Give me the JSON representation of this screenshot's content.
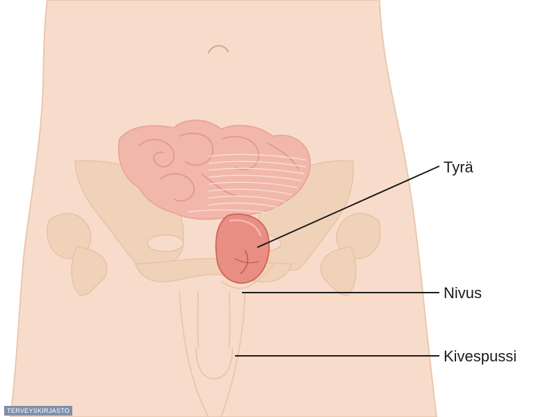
{
  "labels": {
    "hernia": "Tyrä",
    "groin": "Nivus",
    "scrotum": "Kivespussi"
  },
  "badge": {
    "text": "TERVEYSKIRJASTO"
  },
  "colors": {
    "skin": "#f8dccb",
    "skin_outline": "#ebc6ae",
    "bone": "#f0d2b8",
    "intestine": "#f2b7ab",
    "intestine_outline": "#e9a79b",
    "hernia_sac": "#e98e83",
    "hernia_outline": "#d1695c",
    "leader_line": "#1a1a1a"
  }
}
